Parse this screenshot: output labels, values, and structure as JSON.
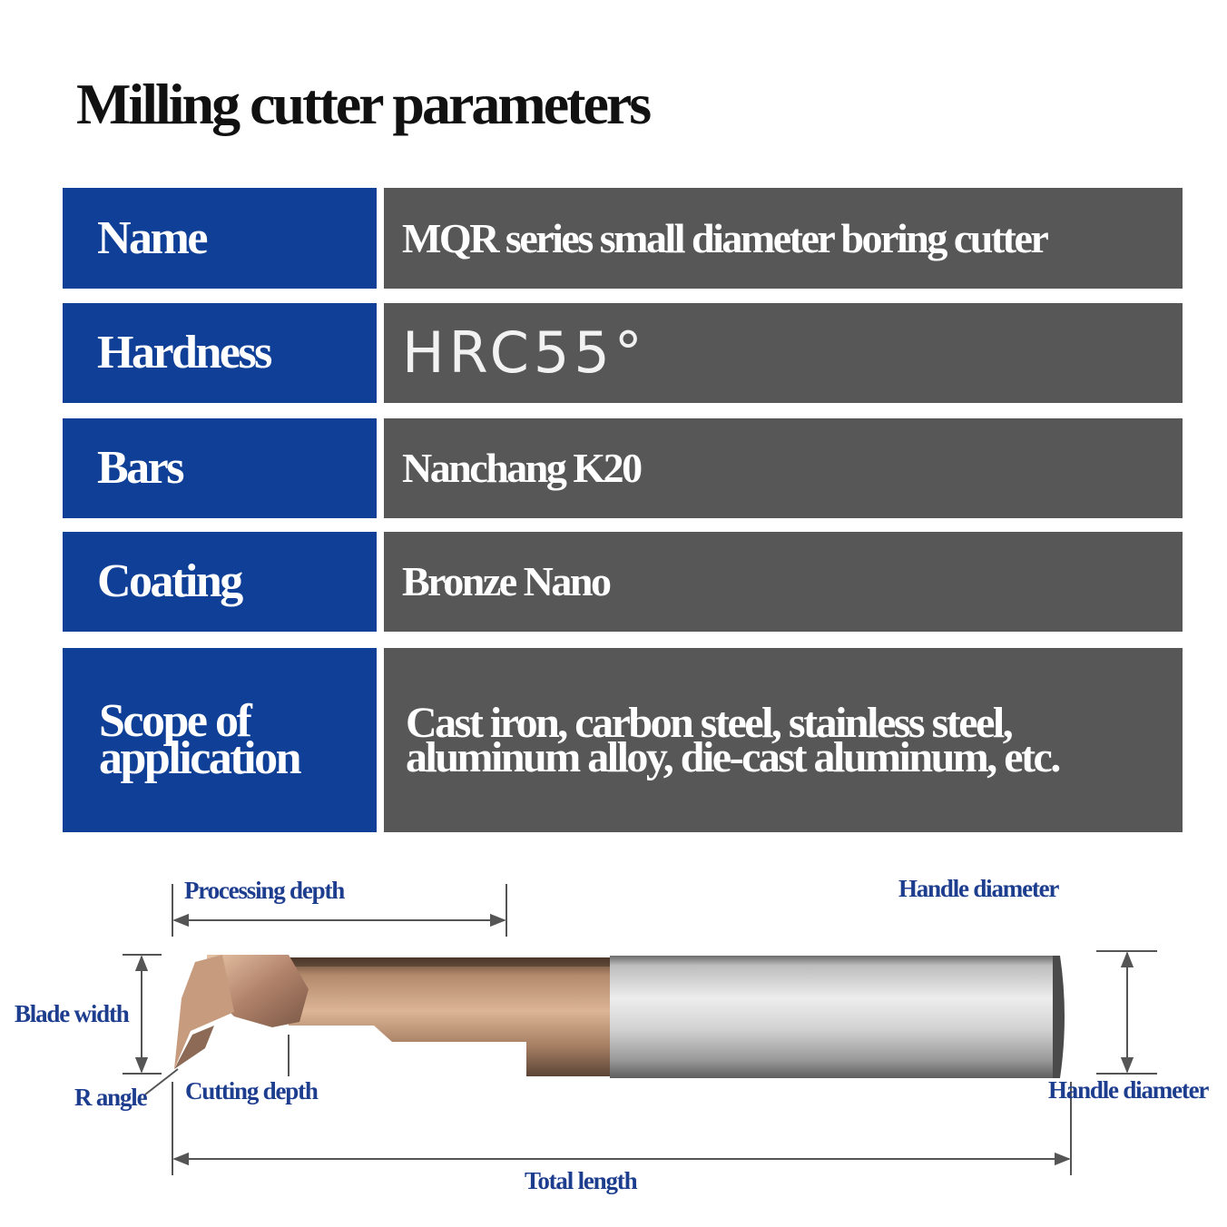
{
  "title": "Milling cutter parameters",
  "colors": {
    "label_bg": "#0f3f96",
    "value_bg": "#575757",
    "diagram_text": "#1d3d8f"
  },
  "parameters": [
    {
      "label": "Name",
      "value": "MQR series small diameter boring cutter"
    },
    {
      "label": "Hardness",
      "value": "HRC55°"
    },
    {
      "label": "Bars",
      "value": "Nanchang K20"
    },
    {
      "label": "Coating",
      "value": "Bronze Nano"
    },
    {
      "label": "Scope of",
      "label2": "application",
      "value": "Cast iron, carbon steel, stainless steel,",
      "value2": "aluminum alloy, die-cast aluminum, etc."
    }
  ],
  "diagram": {
    "processing_depth": "Processing depth",
    "handle_diameter_top": "Handle diameter",
    "blade_width": "Blade width",
    "cutting_depth": "Cutting depth",
    "r_angle": "R angle",
    "handle_diameter_right": "Handle diameter",
    "total_length": "Total length"
  }
}
